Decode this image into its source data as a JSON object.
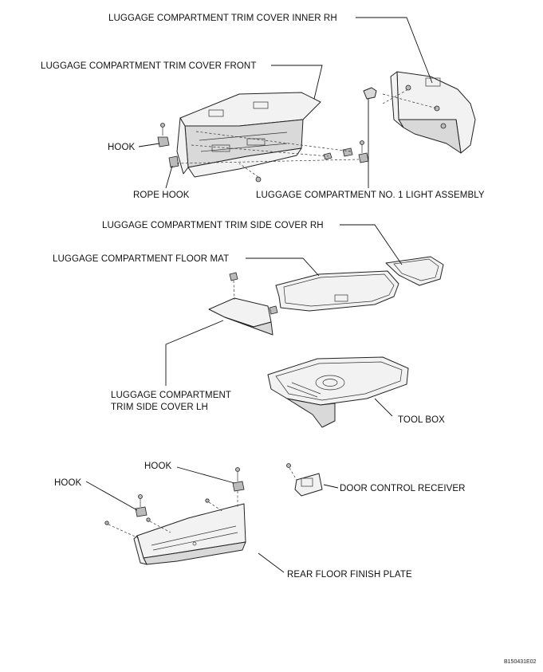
{
  "labels": {
    "trim_inner_rh": "LUGGAGE COMPARTMENT TRIM COVER INNER RH",
    "trim_front": "LUGGAGE COMPARTMENT TRIM COVER FRONT",
    "hook_top": "HOOK",
    "rope_hook": "ROPE HOOK",
    "light_assembly": "LUGGAGE COMPARTMENT NO. 1 LIGHT ASSEMBLY",
    "side_cover_rh": "LUGGAGE COMPARTMENT TRIM SIDE COVER RH",
    "floor_mat": "LUGGAGE COMPARTMENT FLOOR MAT",
    "side_cover_lh_1": "LUGGAGE COMPARTMENT",
    "side_cover_lh_2": "TRIM SIDE COVER LH",
    "tool_box": "TOOL BOX",
    "hook_mid": "HOOK",
    "hook_left": "HOOK",
    "door_control_receiver": "DOOR CONTROL RECEIVER",
    "rear_floor_finish_plate": "REAR FLOOR FINISH PLATE"
  },
  "figure_ref": "B150431E02"
}
